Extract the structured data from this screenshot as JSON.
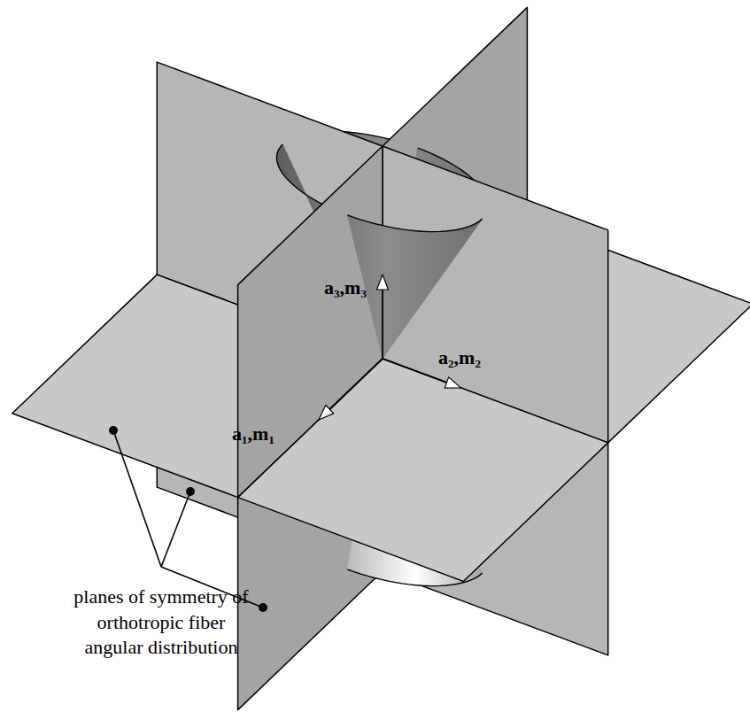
{
  "diagram": {
    "labels": [
      "a₃,m₃",
      "a₂,m₂",
      "a₁,m₁",
      "planes of symmetry of orthotropic fiber angular distribution"
    ]
  }
}
